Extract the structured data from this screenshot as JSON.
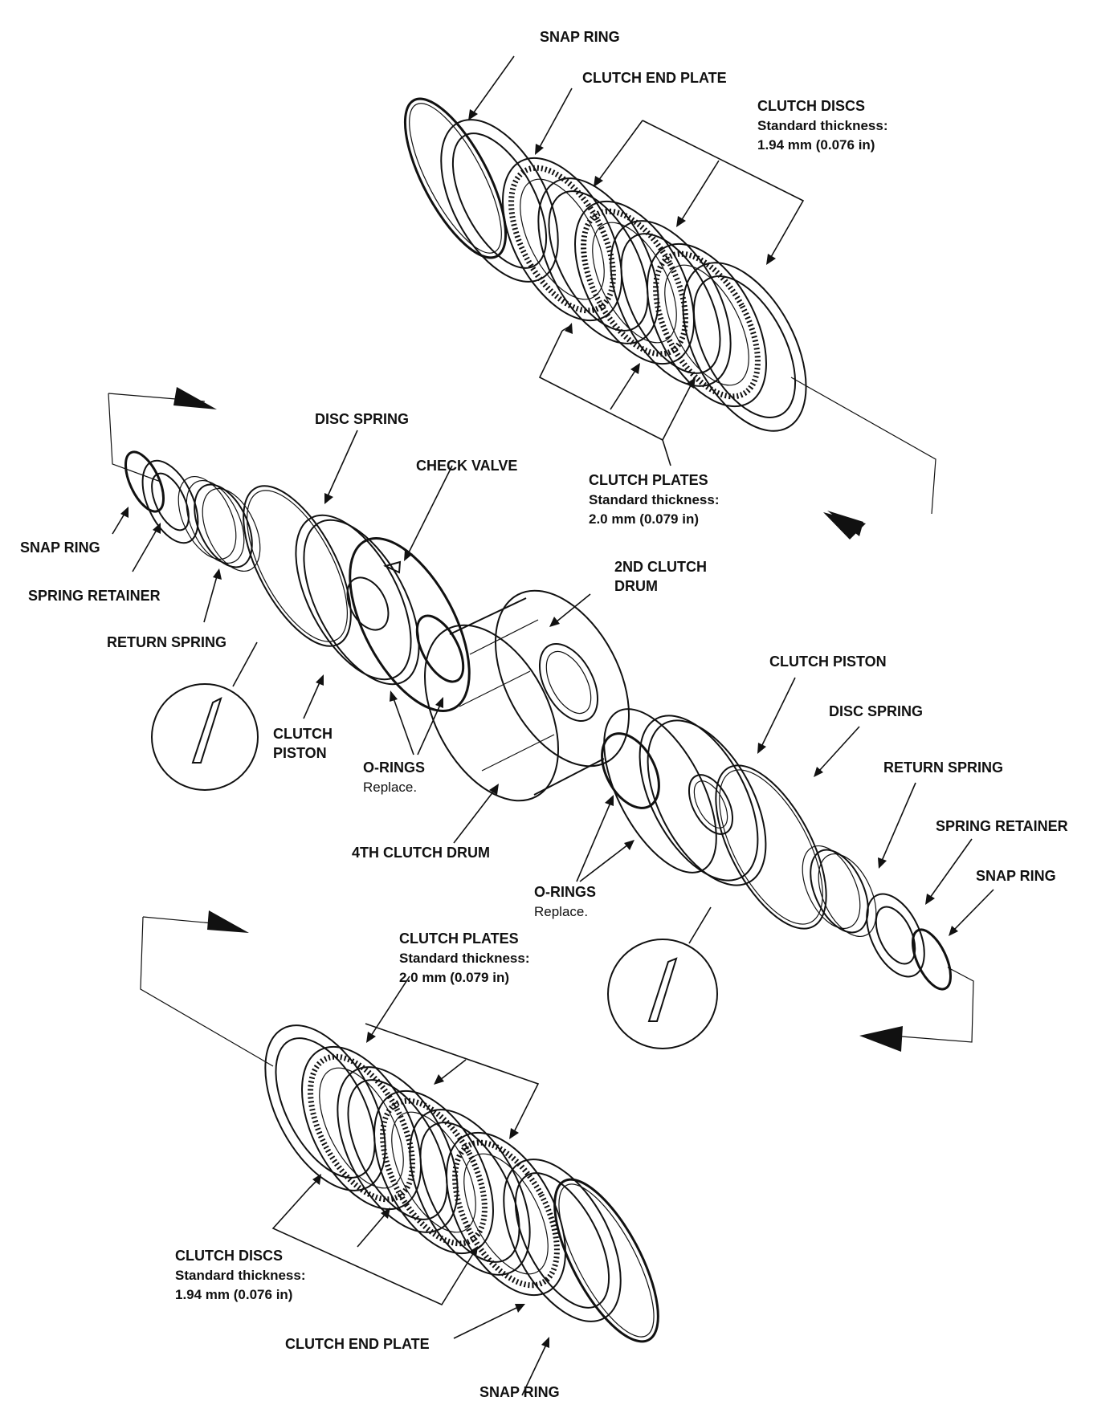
{
  "top_group": {
    "snap_ring": "SNAP RING",
    "clutch_end_plate": "CLUTCH END PLATE",
    "clutch_discs": {
      "title": "CLUTCH DISCS",
      "spec_label": "Standard thickness:",
      "spec_value": "1.94 mm (0.076 in)"
    },
    "clutch_plates": {
      "title": "CLUTCH PLATES",
      "spec_label": "Standard thickness:",
      "spec_value": "2.0 mm (0.079 in)"
    }
  },
  "left_group": {
    "disc_spring": "DISC SPRING",
    "check_valve": "CHECK VALVE",
    "snap_ring": "SNAP RING",
    "spring_retainer": "SPRING RETAINER",
    "return_spring": "RETURN SPRING",
    "clutch_piston_line1": "CLUTCH",
    "clutch_piston_line2": "PISTON",
    "o_rings": "O-RINGS",
    "o_rings_note": "Replace."
  },
  "center": {
    "drum_2nd_line1": "2ND CLUTCH",
    "drum_2nd_line2": "DRUM",
    "drum_4th": "4TH CLUTCH DRUM"
  },
  "right_group": {
    "clutch_piston": "CLUTCH PISTON",
    "disc_spring": "DISC SPRING",
    "return_spring": "RETURN SPRING",
    "spring_retainer": "SPRING RETAINER",
    "snap_ring": "SNAP RING",
    "o_rings": "O-RINGS",
    "o_rings_note": "Replace."
  },
  "bottom_group": {
    "clutch_plates": {
      "title": "CLUTCH PLATES",
      "spec_label": "Standard thickness:",
      "spec_value": "2.0 mm (0.079 in)"
    },
    "clutch_discs": {
      "title": "CLUTCH DISCS",
      "spec_label": "Standard thickness:",
      "spec_value": "1.94 mm (0.076 in)"
    },
    "clutch_end_plate": "CLUTCH END PLATE",
    "snap_ring": "SNAP RING"
  }
}
